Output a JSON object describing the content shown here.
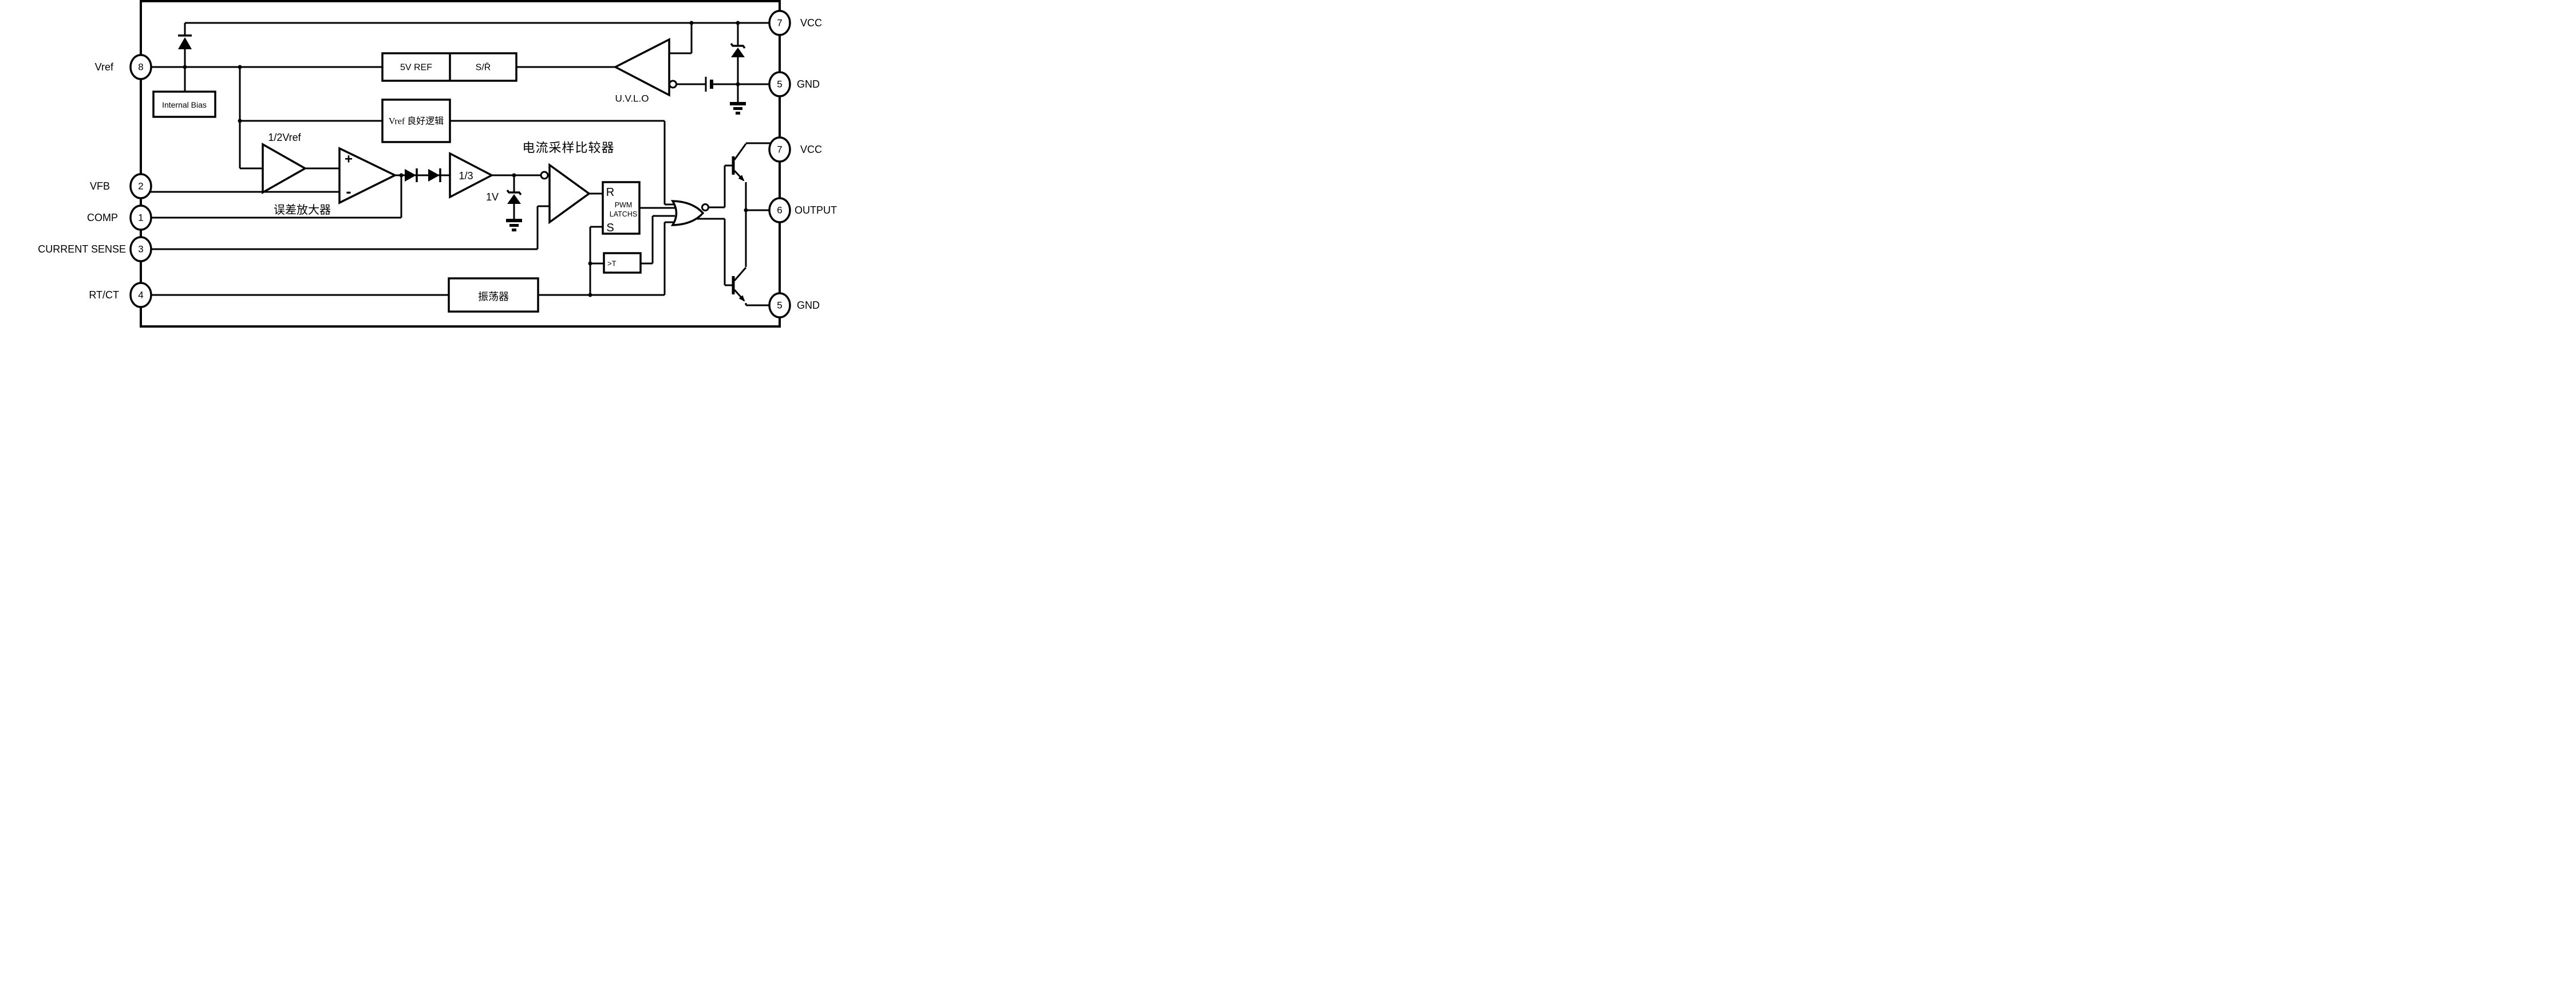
{
  "diagram": {
    "pins_left": [
      {
        "num": "8",
        "label": "Vref"
      },
      {
        "num": "2",
        "label": "VFB"
      },
      {
        "num": "1",
        "label": "COMP"
      },
      {
        "num": "3",
        "label": "CURRENT SENSE"
      },
      {
        "num": "4",
        "label": "RT/CT"
      }
    ],
    "pins_right": [
      {
        "num": "7",
        "label": "VCC"
      },
      {
        "num": "5",
        "label": "GND"
      },
      {
        "num": "7",
        "label": "VCC"
      },
      {
        "num": "6",
        "label": "OUTPUT"
      },
      {
        "num": "5",
        "label": "GND"
      }
    ],
    "blocks": {
      "internal_bias": "Internal Bias",
      "ref_5v": "5V REF",
      "sr": "S/R̄",
      "vref_good": "Vref 良好逻辑",
      "oscillator": "振荡器",
      "latch_r": "R",
      "latch_s": "S",
      "pwm_line1": "PWM",
      "pwm_line2": "LATCHS",
      "t_ff": ">T"
    },
    "labels": {
      "uvlo": "U.V.L.O",
      "half_vref": "1/2Vref",
      "error_amp": "误差放大器",
      "cs_comparator": "电流采样比较器",
      "one_third": "1/3",
      "one_volt": "1V"
    },
    "colors": {
      "line": "#000000",
      "background": "#ffffff"
    }
  }
}
